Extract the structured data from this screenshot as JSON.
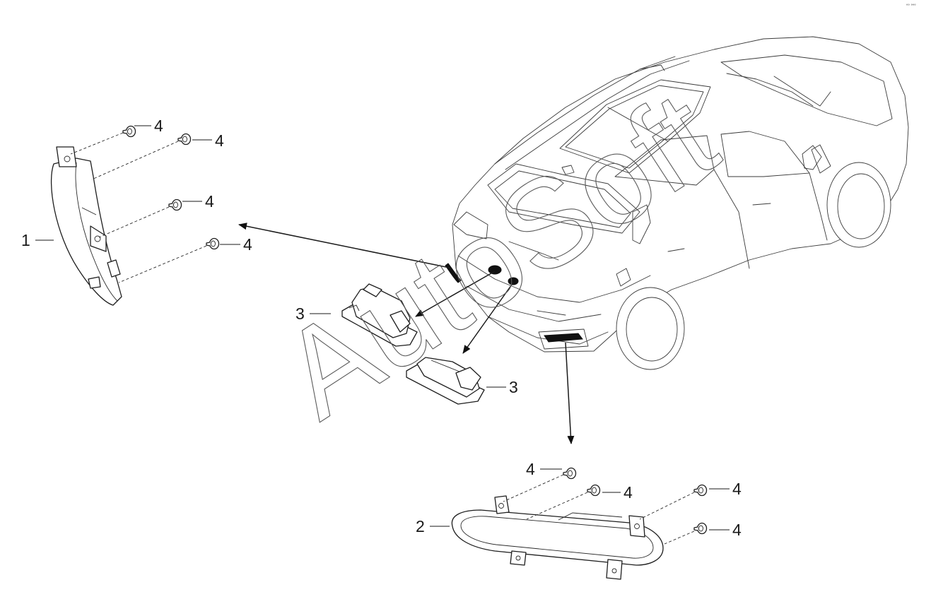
{
  "watermark": "AutoSoft",
  "corner_mark": "°° °°°",
  "callouts": {
    "c1": "1",
    "c2": "2",
    "c3a": "3",
    "c3b": "3",
    "c4": "4"
  },
  "colors": {
    "line": "#1e1e1e",
    "background": "#ffffff",
    "watermark": "#5a5a5a"
  },
  "icons": {
    "arrow": "arrow-head",
    "fastener": "clip-fastener"
  }
}
